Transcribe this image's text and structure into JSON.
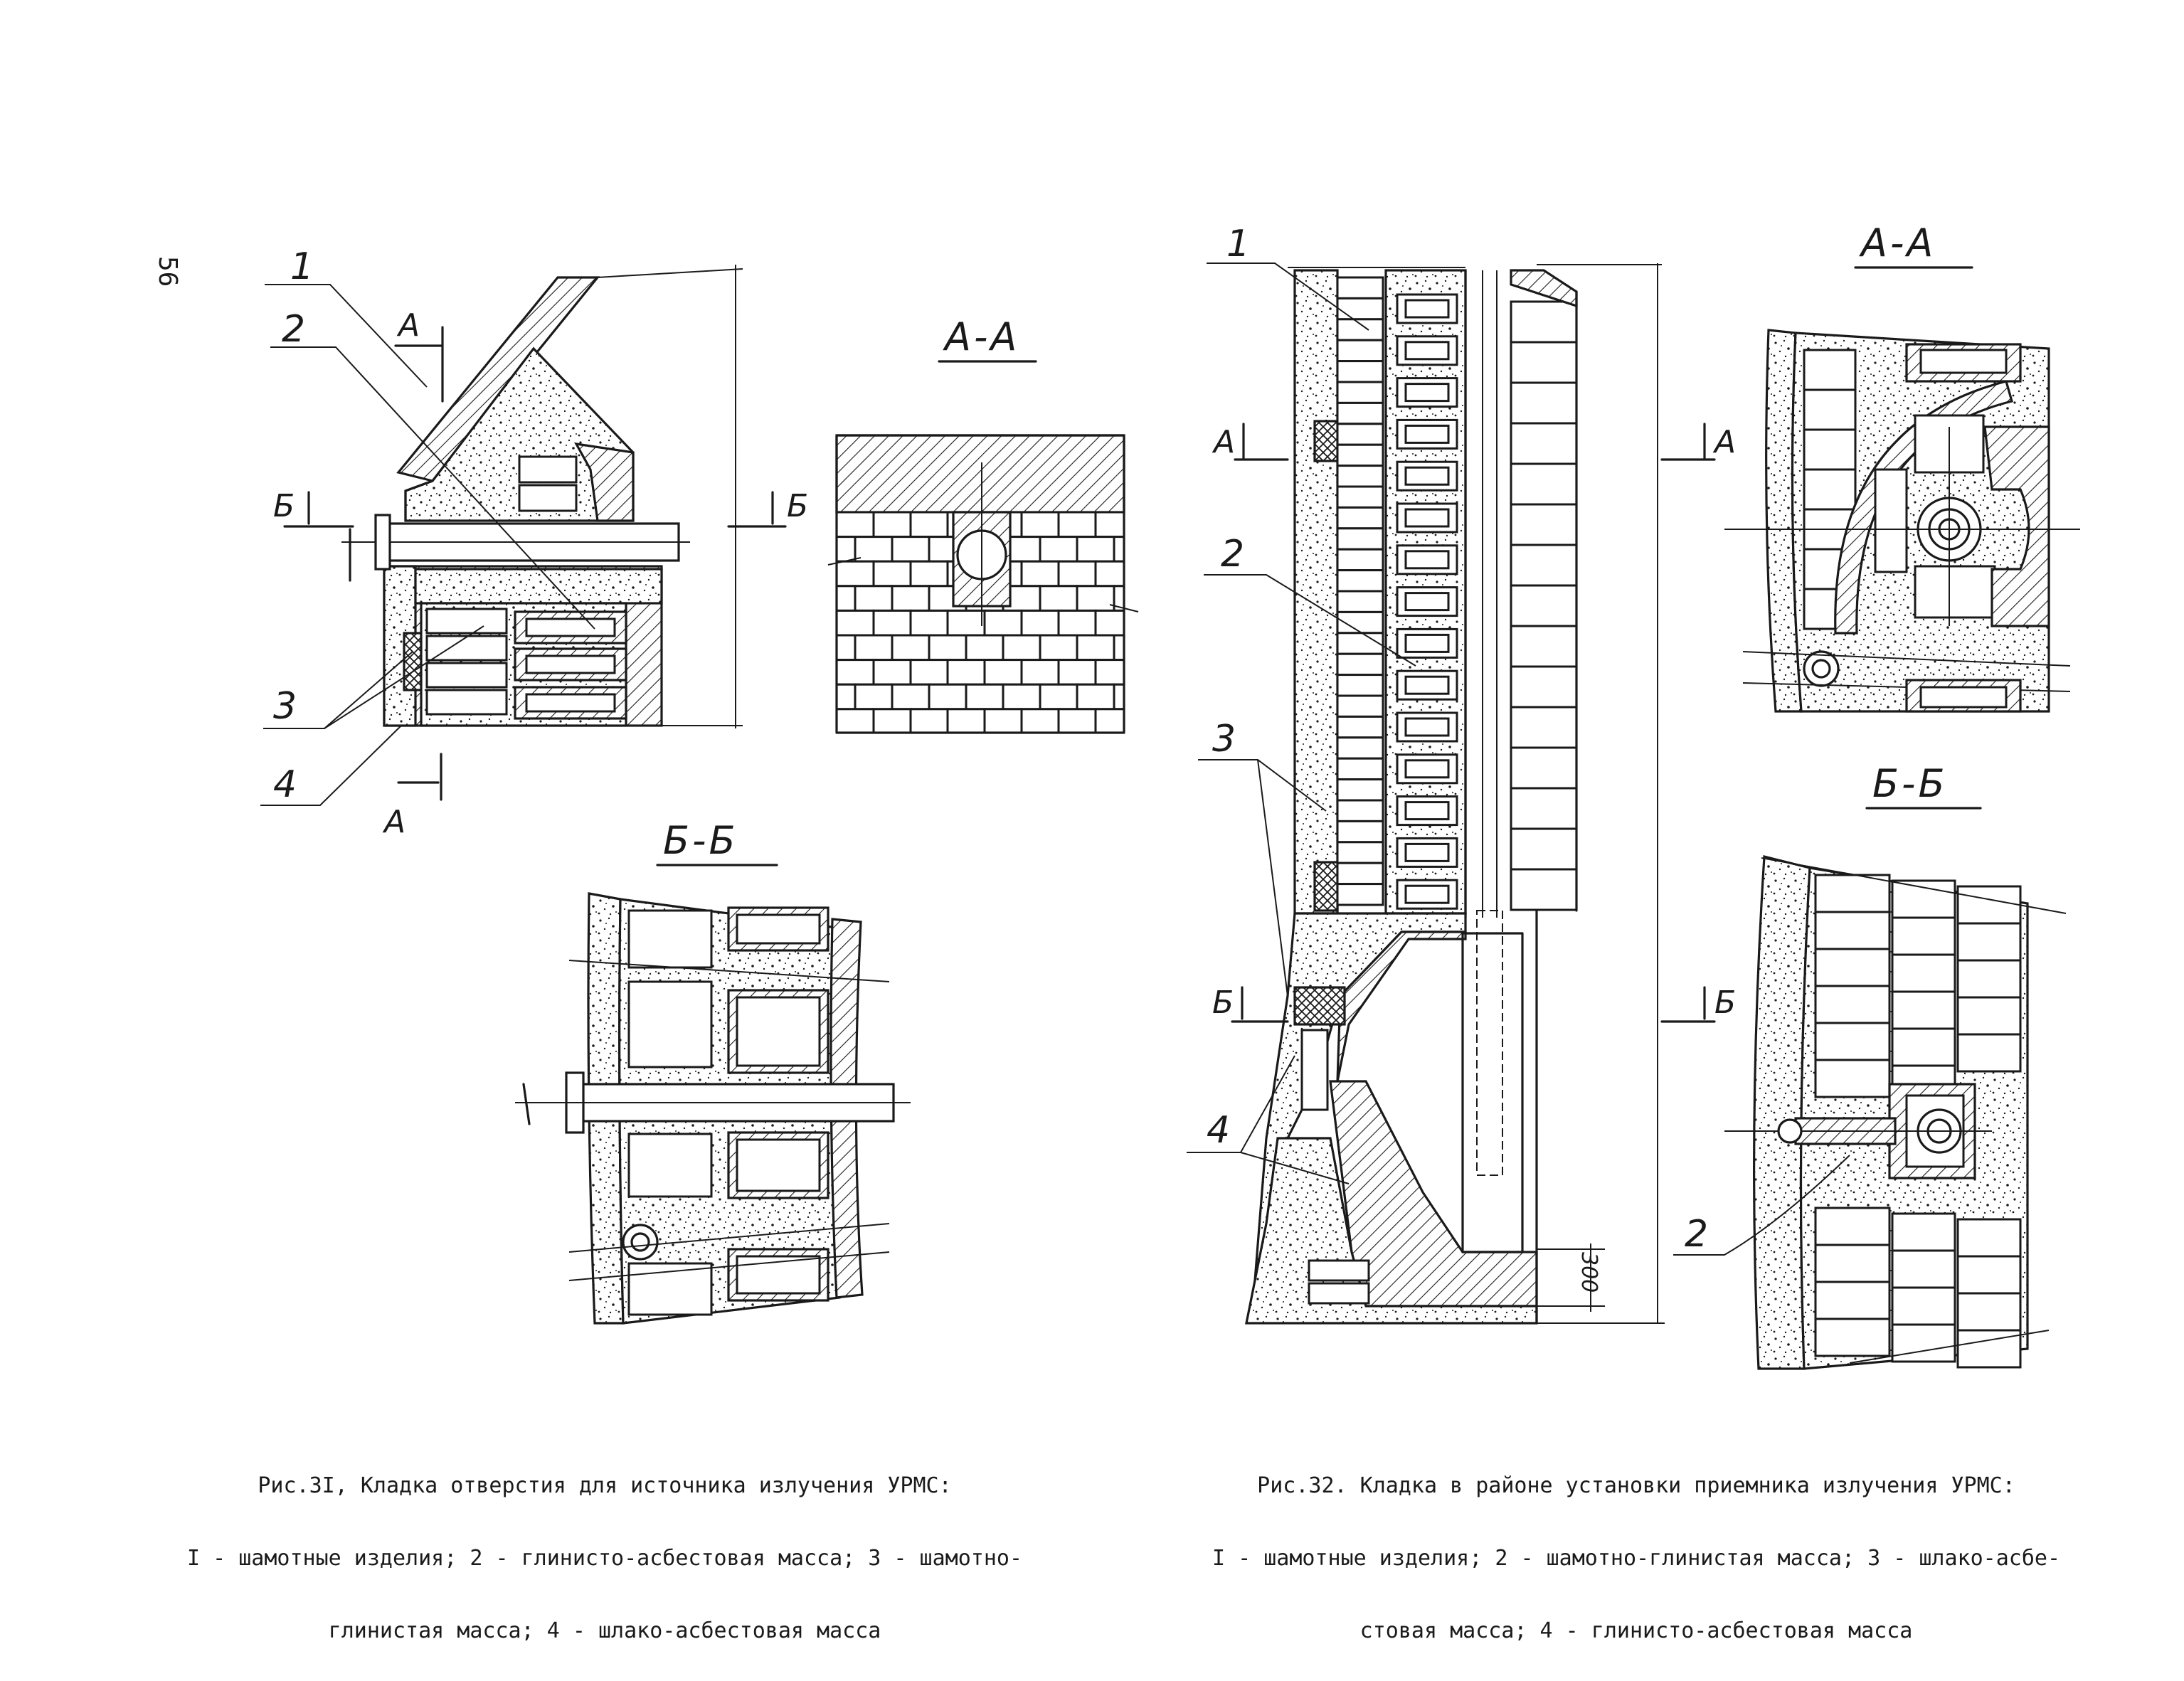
{
  "page_number": "56",
  "fig31": {
    "labels": {
      "l1": "1",
      "l2": "2",
      "l3": "3",
      "l4": "4"
    },
    "section_marks": {
      "a": "А",
      "b": "Б"
    },
    "view_titles": {
      "aa": "А-А",
      "bb": "Б-Б"
    },
    "caption": [
      "Рис.3I, Кладка отверстия для источника излучения УРМС:",
      "I - шамотные изделия; 2 - глинисто-асбестовая масса; 3 - шамотно-",
      "глинистая масса; 4 - шлако-асбестовая масса"
    ]
  },
  "fig32": {
    "labels": {
      "l1": "1",
      "l2": "2",
      "l3": "3",
      "l4": "4",
      "bb2": "2"
    },
    "section_marks": {
      "a": "А",
      "b": "Б"
    },
    "view_titles": {
      "aa": "А-А",
      "bb": "Б-Б"
    },
    "dimension": "300",
    "caption": [
      "Рис.32. Кладка в районе установки приемника излучения УРМС:",
      "I - шамотные изделия; 2 - шамотно-глинистая масса; 3 - шлако-асбе-",
      "стовая масса; 4 - глинисто-асбестовая масса"
    ]
  }
}
